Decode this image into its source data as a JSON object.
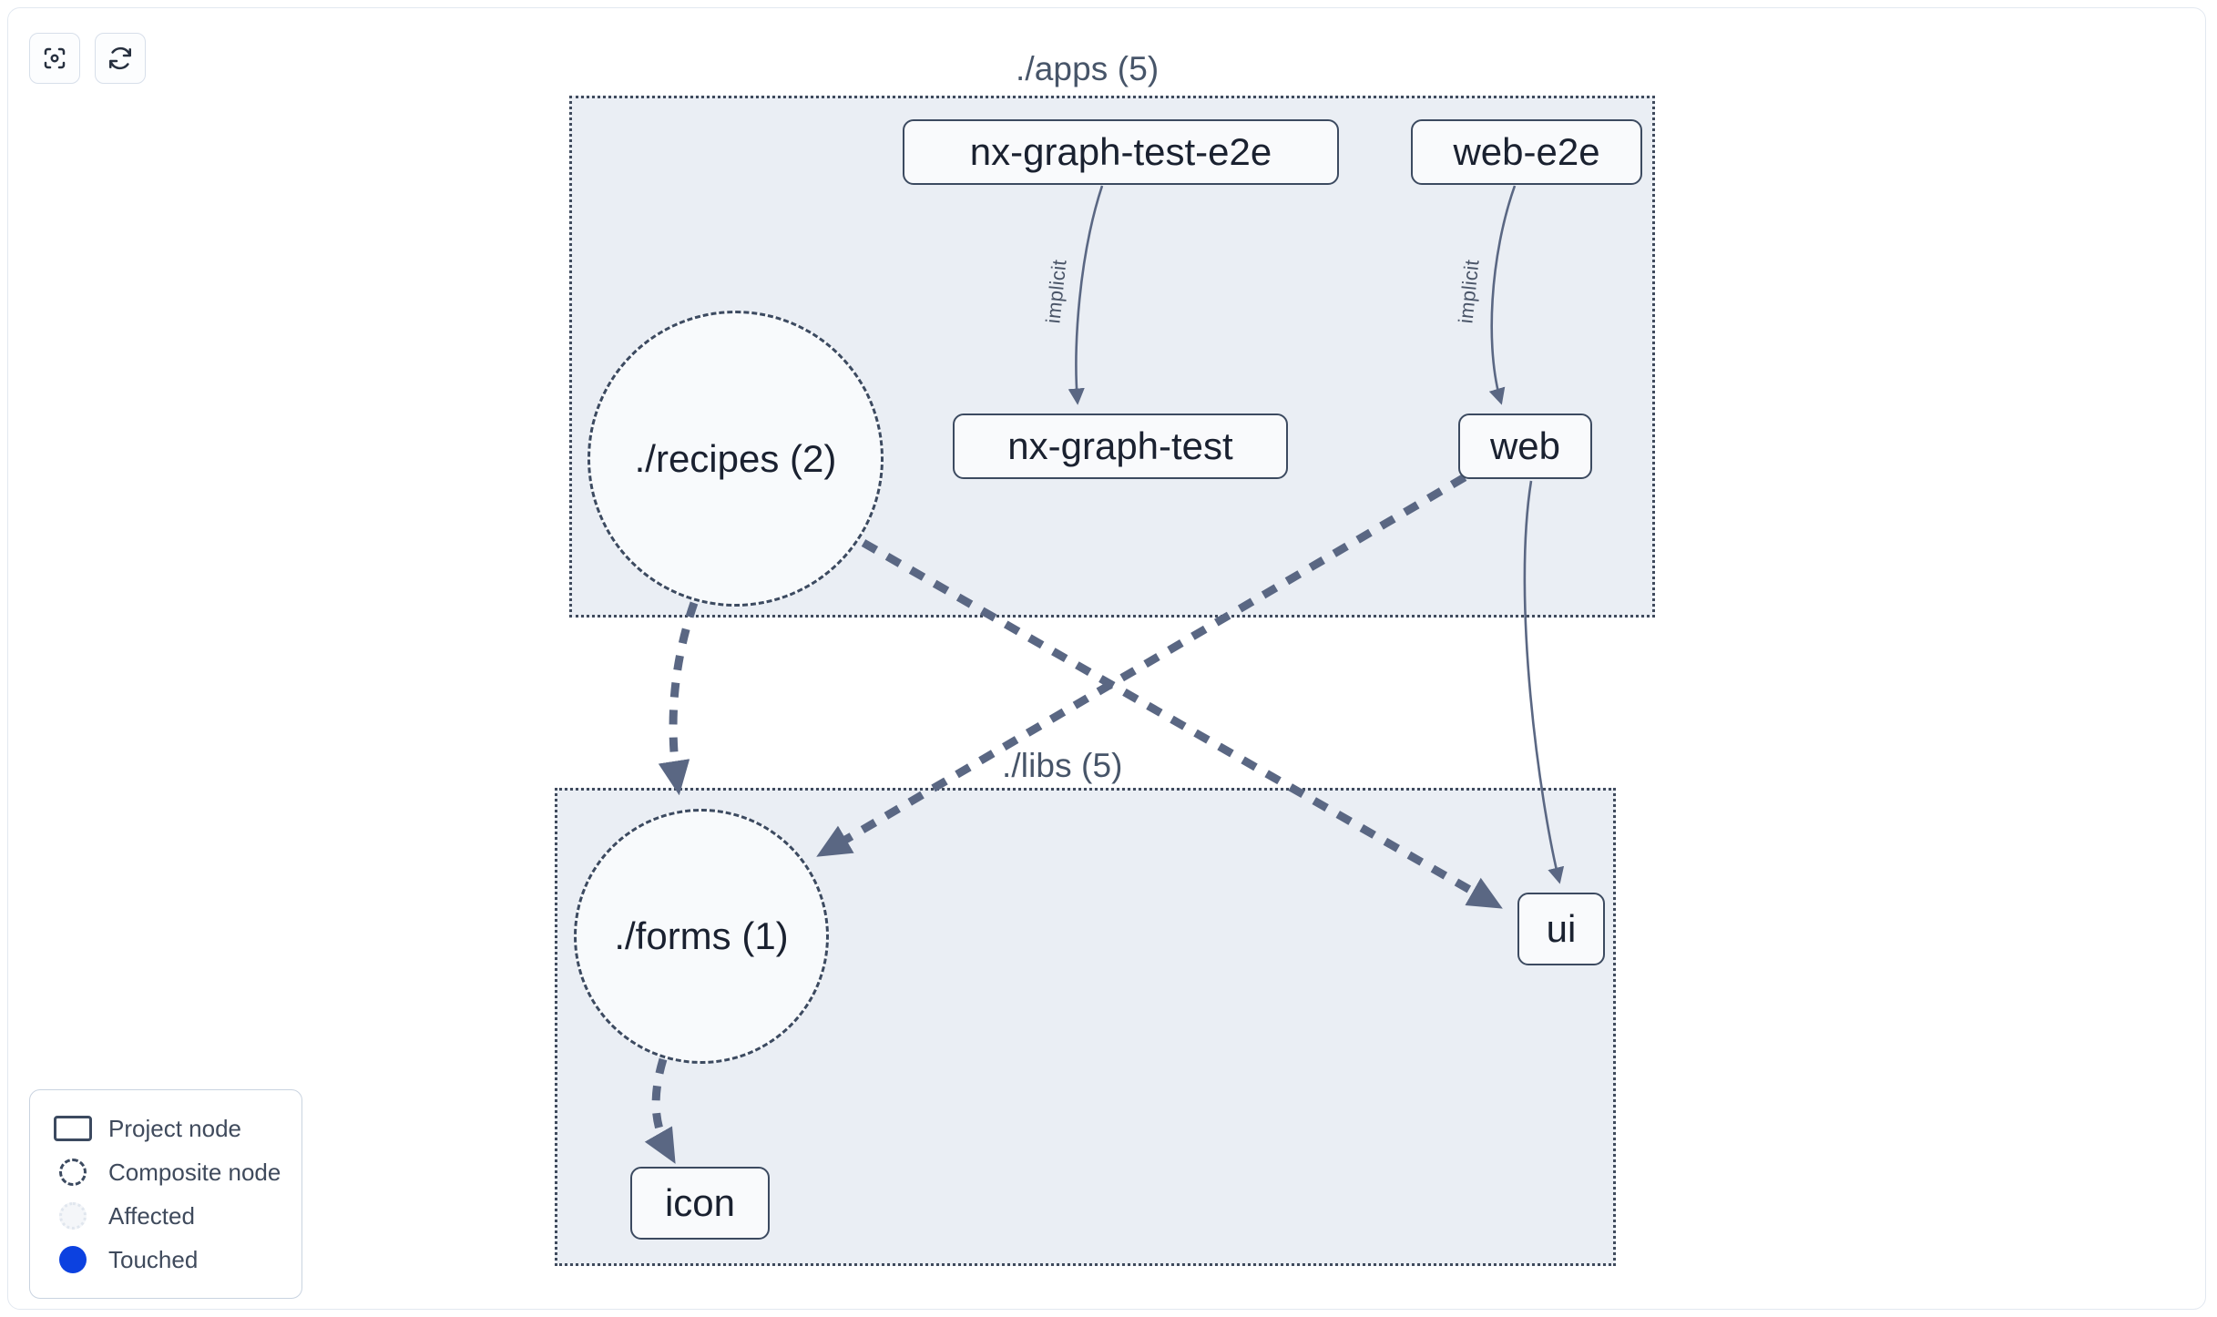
{
  "toolbar": {
    "buttons": [
      {
        "name": "focus-graph-button",
        "icon": "focus-target-icon",
        "label": ""
      },
      {
        "name": "refresh-graph-button",
        "icon": "refresh-icon",
        "label": ""
      }
    ]
  },
  "graph": {
    "groups": [
      {
        "id": "apps",
        "label": "./apps (5)"
      },
      {
        "id": "libs",
        "label": "./libs (5)"
      }
    ],
    "composite_nodes": [
      {
        "id": "recipes",
        "label": "./recipes (2)"
      },
      {
        "id": "forms",
        "label": "./forms (1)"
      }
    ],
    "project_nodes": [
      {
        "id": "nx-graph-test-e2e",
        "label": "nx-graph-test-e2e"
      },
      {
        "id": "web-e2e",
        "label": "web-e2e"
      },
      {
        "id": "nx-graph-test",
        "label": "nx-graph-test"
      },
      {
        "id": "web",
        "label": "web"
      },
      {
        "id": "ui",
        "label": "ui"
      },
      {
        "id": "icon",
        "label": "icon"
      }
    ],
    "edges": [
      {
        "from": "nx-graph-test-e2e",
        "to": "nx-graph-test",
        "label": "implicit",
        "style": "solid"
      },
      {
        "from": "web-e2e",
        "to": "web",
        "label": "implicit",
        "style": "solid"
      },
      {
        "from": "web",
        "to": "ui",
        "label": "",
        "style": "solid"
      },
      {
        "from": "recipes",
        "to": "forms",
        "label": "",
        "style": "dashed"
      },
      {
        "from": "recipes",
        "to": "ui",
        "label": "",
        "style": "dashed"
      },
      {
        "from": "web",
        "to": "forms",
        "label": "",
        "style": "dashed"
      },
      {
        "from": "forms",
        "to": "icon",
        "label": "",
        "style": "dashed"
      }
    ]
  },
  "legend": {
    "items": [
      {
        "swatch": "project-node-swatch",
        "label": "Project node"
      },
      {
        "swatch": "composite-node-swatch",
        "label": "Composite node"
      },
      {
        "swatch": "affected-swatch",
        "label": "Affected"
      },
      {
        "swatch": "touched-swatch",
        "label": "Touched"
      }
    ]
  },
  "colors": {
    "node_border": "#3c4a60",
    "node_fill": "#f9fafc",
    "group_fill": "#eaeef4",
    "group_border": "#3f4a5c",
    "edge": "#5a6783",
    "touched": "#0c41e0",
    "canvas": "#ffffff"
  }
}
